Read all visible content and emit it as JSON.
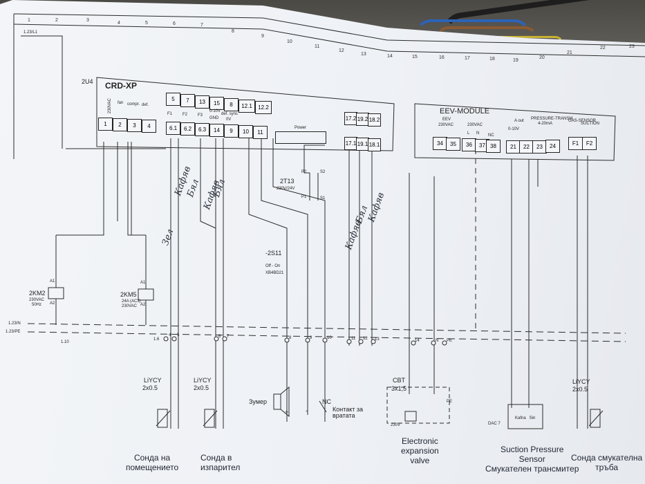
{
  "columns": [
    "1",
    "2",
    "3",
    "4",
    "5",
    "6",
    "7",
    "8",
    "9",
    "10",
    "11",
    "12",
    "13",
    "14",
    "15",
    "16",
    "17",
    "18",
    "19",
    "20",
    "21",
    "22",
    "23"
  ],
  "sheet_ref": "1.23/L1",
  "controller": {
    "id": "2U4",
    "name": "CRD-XP",
    "top_terminals": [
      "5",
      "7",
      "13",
      "15",
      "8",
      "12.1",
      "12.2"
    ],
    "bottom_terminals": [
      "1",
      "2",
      "3",
      "4",
      "6.1",
      "6.2",
      "6.3",
      "14",
      "9",
      "10",
      "11"
    ],
    "labels": {
      "v230": "230VAC",
      "fan": "fan",
      "compr": "compr.",
      "def": "def.",
      "f1": "F1",
      "f2": "F2",
      "f3": "F3",
      "analog": "0-10V",
      "gnd": "GND",
      "defsync": "def. sync",
      "ov": "0V",
      "power": "Power"
    },
    "relay_top": [
      "17.2",
      "19.2",
      "18.2"
    ],
    "relay_bottom": [
      "17.1",
      "19.1",
      "18.1"
    ]
  },
  "eev": {
    "name": "EEV-MODULE",
    "terminals": [
      "34",
      "35",
      "36",
      "37",
      "38",
      "21",
      "22",
      "23",
      "24",
      "F1",
      "F2"
    ],
    "labels": {
      "eev": "EEV",
      "v230": "230VAC",
      "l": "L",
      "n": "N",
      "nc": "NC",
      "aout": "A out",
      "pt": "PRESSURE-TRANSM.",
      "ma": "4-20mA",
      "zero": "0-10V",
      "gas": "GAS-SENSOR",
      "suction": "SUCTION"
    }
  },
  "components": {
    "km2": {
      "id": "2KM2",
      "rating": "230VAC",
      "hz": "50Hz",
      "a1": "A1",
      "a2": "A2"
    },
    "km5": {
      "id": "2KM5",
      "rating": "24A (AC3)",
      "volt": "230VAC",
      "a1": "A1",
      "a2": "A2"
    },
    "transformer": {
      "id": "2T13",
      "ratio": "230V/24V",
      "p1": "P1",
      "p2": "P2",
      "s1": "S1",
      "s2": "S2"
    },
    "switch": {
      "id": "-2S11",
      "state": "Off - On",
      "part": "XB4BD21"
    },
    "buzzer": {
      "label": "Зумер",
      "plus": "+",
      "minus": "-"
    },
    "door": {
      "nc": "NC",
      "label": "Контакт за\nвратата"
    },
    "cbt": {
      "label": "CBT",
      "size": "3x1,5",
      "v": "230V",
      "pe": "PE"
    },
    "dac": {
      "label": "DAC 7",
      "pins": "Kafna   Sin"
    }
  },
  "rails": {
    "n": "1.23/N",
    "pe": "1.23/PE",
    "ref1": "1.10",
    "ref2": "1.6"
  },
  "terminal_numbers": [
    "4",
    "5",
    "6",
    "7",
    "8",
    "9",
    "10",
    "11",
    "12",
    "13",
    "14",
    "N",
    "PE"
  ],
  "cables": [
    {
      "id": "cable1",
      "type": "LiYCY",
      "size": "2x0.5"
    },
    {
      "id": "cable2",
      "type": "LiYCY",
      "size": "2x0.5"
    },
    {
      "id": "cable3",
      "type": "LiYCY",
      "size": "2x0.5"
    }
  ],
  "handwritten": {
    "h1": "Кафяв",
    "h2": "Бял",
    "h3": "Кафяв",
    "h4": "Бял",
    "h5": "Зел",
    "h6": "Кафяв",
    "h7": "Бял",
    "h8": "Кафяв"
  },
  "captions": {
    "room": "Сонда на\nпомещението",
    "evap": "Сонда в\nизпарител",
    "valve": "Electronic\nexpansion\nvalve",
    "suction": "Suction Pressure\nSensor\nСмукателен трансмитер",
    "pipe": "Сонда смукателна\nтръба"
  }
}
